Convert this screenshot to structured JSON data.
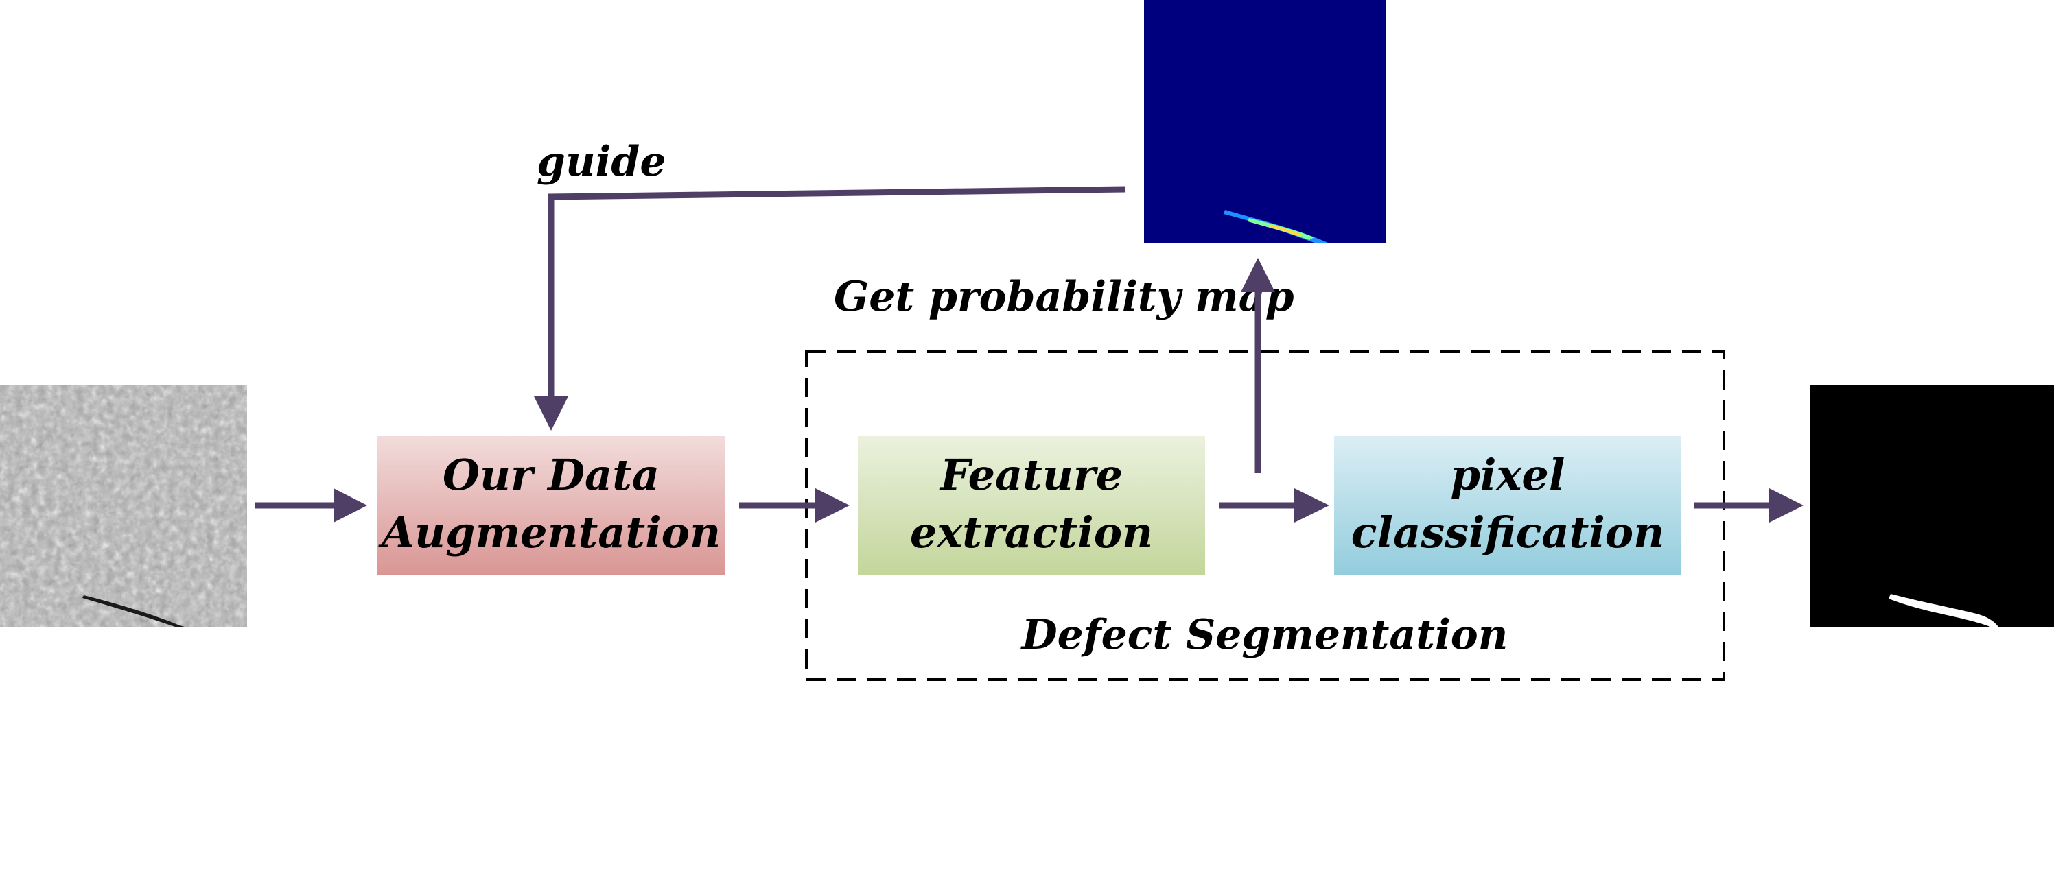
{
  "labels": {
    "guide": "guide",
    "get_probability_map": "Get probability map",
    "defect_segmentation": "Defect Segmentation"
  },
  "boxes": {
    "augmentation": {
      "line1": "Our Data",
      "line2": "Augmentation"
    },
    "feature": {
      "line1": "Feature",
      "line2": "extraction"
    },
    "pixel": {
      "line1": "pixel",
      "line2": "classification"
    }
  },
  "colors": {
    "arrow": "#4f3f66",
    "augmentation_top": "#f2dcdb",
    "augmentation_bottom": "#d99694",
    "feature_top": "#ebf1de",
    "feature_bottom": "#c3d69b",
    "pixel_top": "#dbeef4",
    "pixel_bottom": "#93cddd",
    "probability_background": "#00007f",
    "mask_background": "#000000"
  },
  "images": {
    "input": "grayscale-crack-texture",
    "probability_map": "probability-heatmap",
    "output_mask": "binary-segmentation-mask"
  }
}
